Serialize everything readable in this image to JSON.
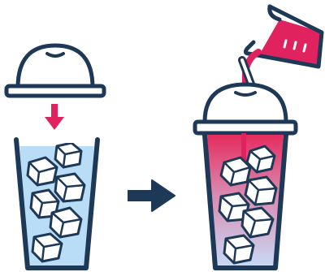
{
  "illustration": {
    "steps": [
      {
        "name": "cup-with-ice",
        "lid": "dome-lid-above-cup",
        "contents": "ice-in-light-blue-liquid"
      },
      {
        "name": "cup-with-lid-and-pour",
        "lid": "dome-lid-on-cup",
        "contents": "pink-to-blue-gradient-drink-with-ice"
      }
    ],
    "icons": [
      "dome-lid-icon",
      "down-arrow-icon",
      "cup-icon",
      "ice-cube-icon",
      "right-arrow-icon",
      "measuring-jug-icon",
      "straw-icon"
    ]
  },
  "colors": {
    "outline": "#1e3857",
    "ice_liquid": "#b9dcf7",
    "accent_pink": "#e0235f",
    "gradient_top": "#e52d5f",
    "gradient_bottom": "#c7ddf7",
    "ice_fill": "#ffffff"
  }
}
